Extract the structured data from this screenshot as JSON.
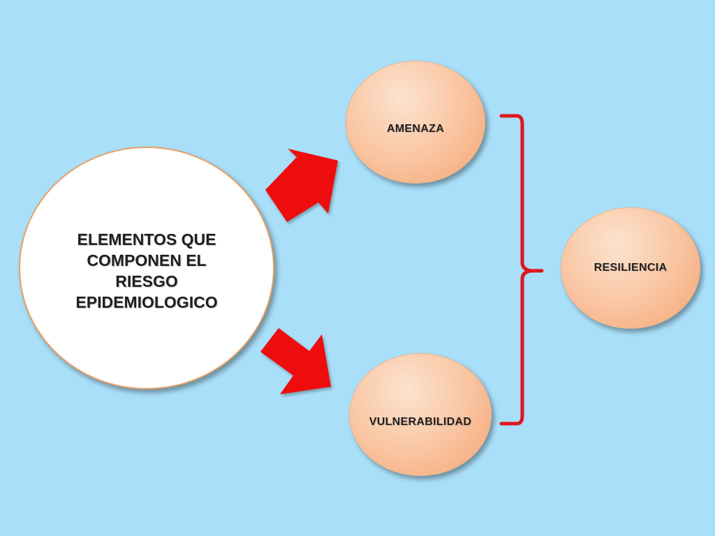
{
  "diagram": {
    "central": {
      "label": "ELEMENTOS  QUE\nCOMPONEN EL\nRIESGO\nEPIDEMIOLOGICO"
    },
    "nodes": {
      "amenaza": "AMENAZA",
      "vulnerabilidad": "VULNERABILIDAD",
      "resiliencia": "RESILIENCIA"
    }
  },
  "colors": {
    "background": "#a9dff9",
    "arrow": "#ee1111",
    "bracket": "#e0161f",
    "node_fill": "#f9c39f",
    "node_border": "#e8a064"
  }
}
